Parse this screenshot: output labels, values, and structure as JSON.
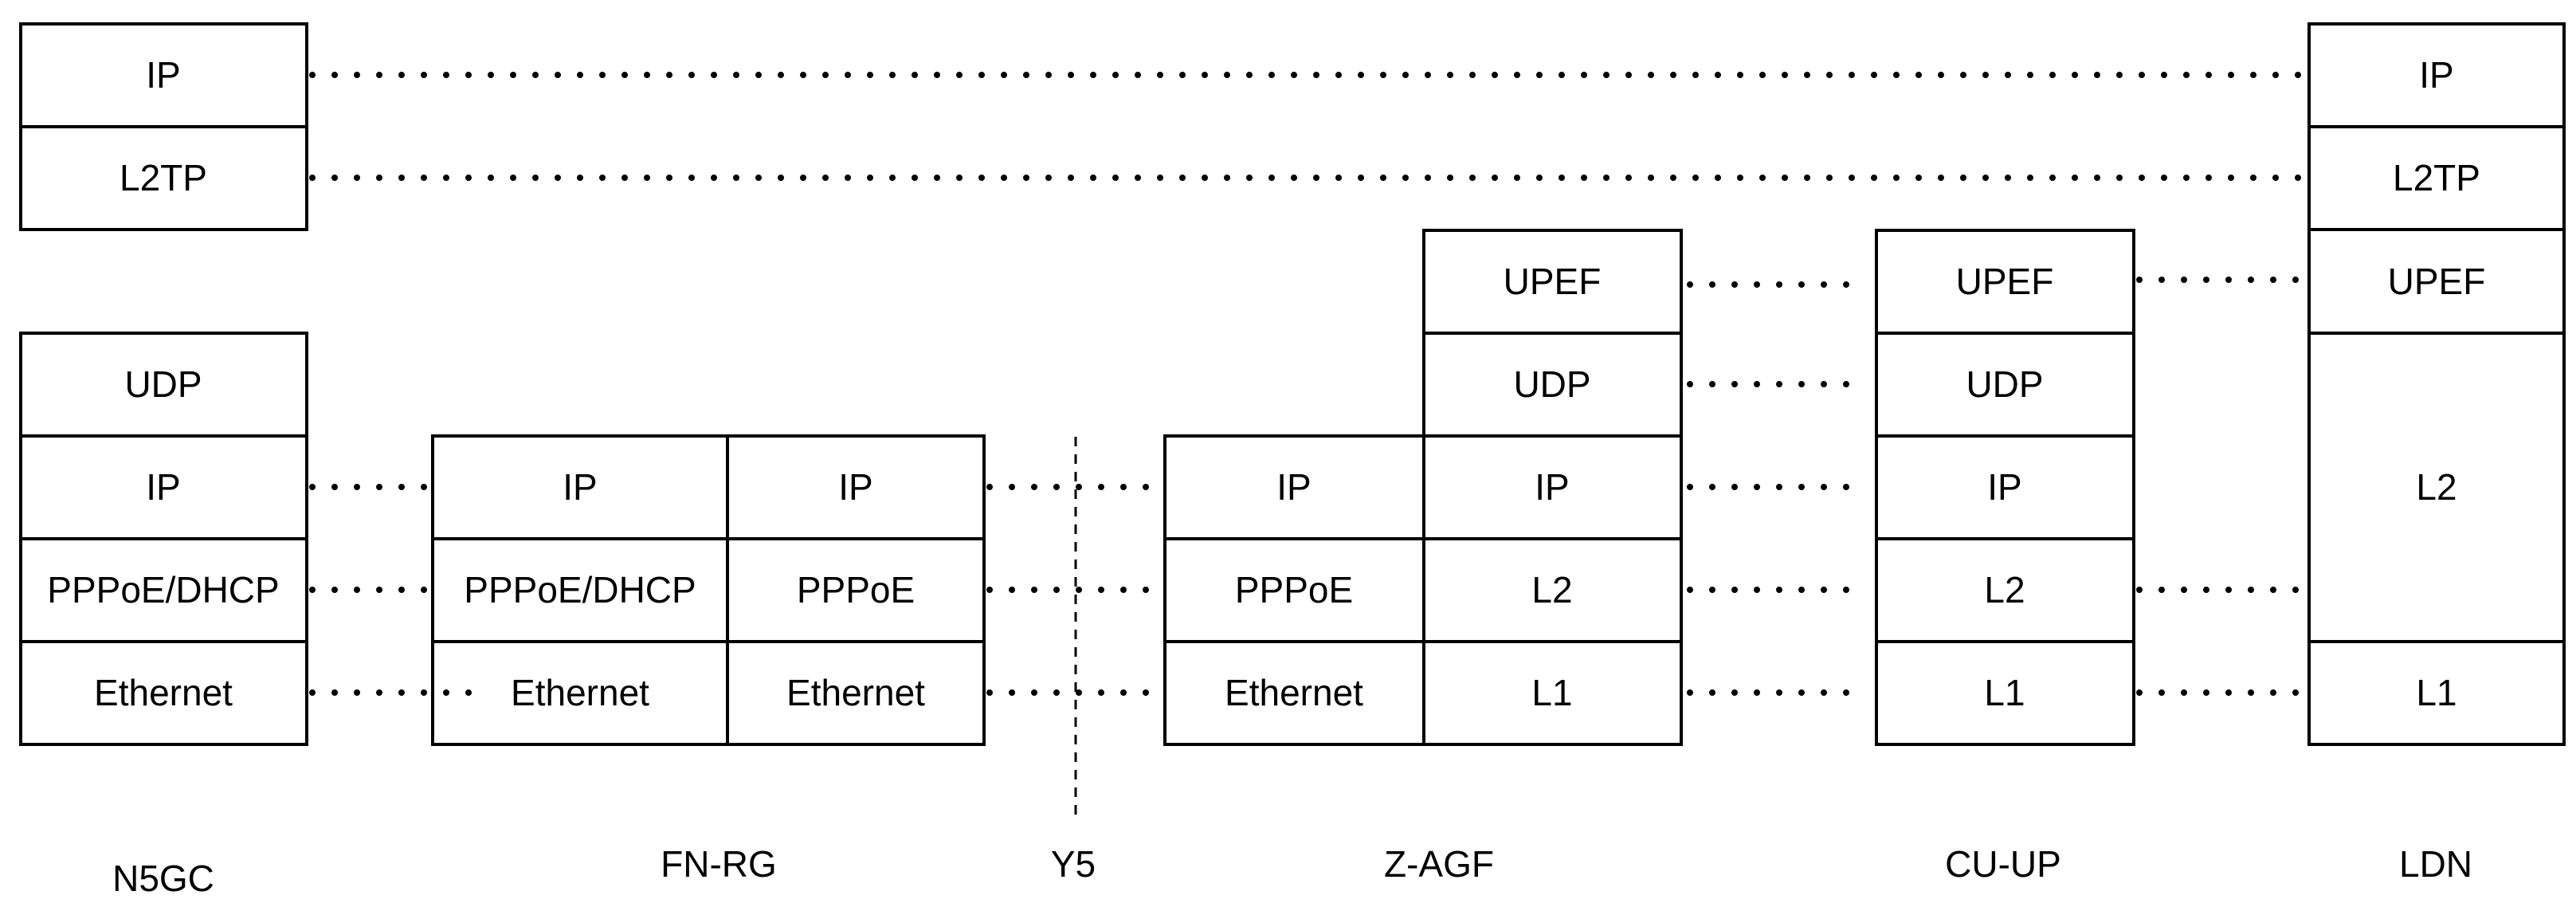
{
  "nodes": {
    "n5gc": {
      "label": "N5GC",
      "top": [
        "IP",
        "L2TP"
      ],
      "lower": [
        "UDP",
        "IP",
        "PPPoE/DHCP",
        "Ethernet"
      ]
    },
    "fnrg": {
      "label": "FN-RG",
      "left": [
        "IP",
        "PPPoE/DHCP",
        "Ethernet"
      ],
      "right": [
        "IP",
        "PPPoE",
        "Ethernet"
      ]
    },
    "y5": {
      "label": "Y5"
    },
    "zagf": {
      "label": "Z-AGF",
      "left": [
        "IP",
        "PPPoE",
        "Ethernet"
      ],
      "right": [
        "UPEF",
        "UDP",
        "IP",
        "L2",
        "L1"
      ]
    },
    "cuup": {
      "label": "CU-UP",
      "stack": [
        "UPEF",
        "UDP",
        "IP",
        "L2",
        "L1"
      ]
    },
    "ldn": {
      "label": "LDN",
      "stack": [
        "IP",
        "L2TP",
        "UPEF",
        "L2",
        "L1"
      ]
    }
  },
  "colors": {
    "line": "#000000",
    "background": "#ffffff"
  }
}
